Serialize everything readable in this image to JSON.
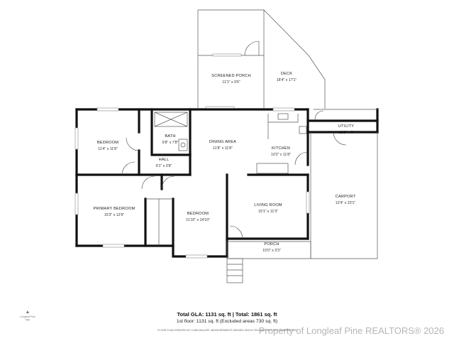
{
  "rooms": {
    "screened_porch": {
      "name": "SCREENED PORCH",
      "dim": "11'1\" x 9'6\""
    },
    "deck": {
      "name": "DECK",
      "dim": "18'4\" x 17'1\""
    },
    "bedroom1": {
      "name": "BEDROOM",
      "dim": "11'4\" x 11'8\""
    },
    "bath": {
      "name": "BATH",
      "dim": "6'8\" x 7'8\""
    },
    "dining": {
      "name": "DINING AREA",
      "dim": "11'8\" x 11'8\""
    },
    "kitchen": {
      "name": "KITCHEN",
      "dim": "10'2\" x 11'8\""
    },
    "utility": {
      "name": "UTILITY",
      "dim": "12'2\" x 5'"
    },
    "hall": {
      "name": "HALL",
      "dim": "9'1\" x 3'8\""
    },
    "primary_bedroom": {
      "name": "PRIMARY BEDROOM",
      "dim": "15'3\" x 12'9\""
    },
    "bedroom2": {
      "name": "BEDROOM",
      "dim": "11'10\" x 14'10\""
    },
    "living": {
      "name": "LIVING ROOM",
      "dim": "15'1\" x 11'3\""
    },
    "carport": {
      "name": "CARPORT",
      "dim": "12'4\" x 23'1\""
    },
    "porch": {
      "name": "PORCH",
      "dim": "15'0\" x 3'3\""
    }
  },
  "footer": {
    "totals": "Total GLA: 1131 sq. ft | Total: 1861 sq. ft",
    "floor": "1st floor: 1131 sq. ft (Excluded areas 730 sq. ft)",
    "disclaimer": "FLOOR PLAN CREATED BY CUBICASA APP. MEASUREMENTS DEEMED HIGHLY RELIABLE BUT NOT GUARANTEED.",
    "watermark": "Property of Longleaf Pine REALTORS® 2026"
  },
  "logo": {
    "name": "Longleaf Pine logo"
  }
}
